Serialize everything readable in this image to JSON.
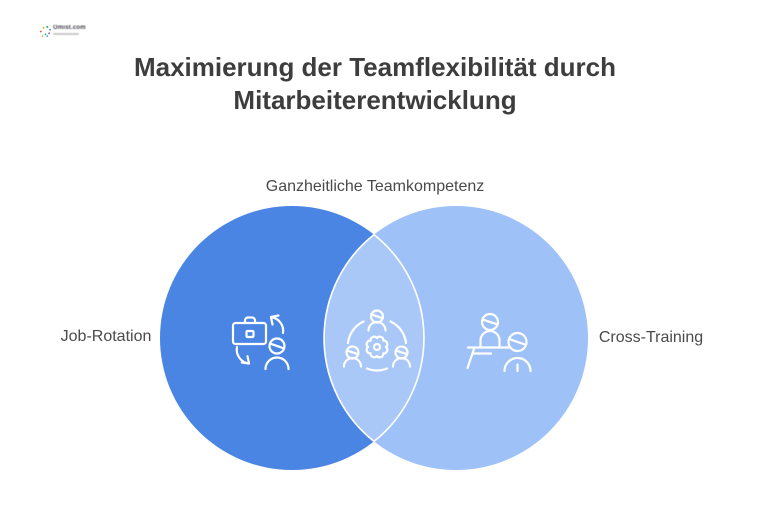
{
  "header": {
    "logo": {
      "text": "Omist.com"
    },
    "title_line1": "Maximierung der Teamflexibilität durch",
    "title_line2": "Mitarbeiterentwicklung"
  },
  "venn": {
    "top_label": "Ganzheitliche Teamkompetenz",
    "left_circle": {
      "label": "Job-Rotation",
      "color": "#4a85e4",
      "icon": "job-rotation-icon"
    },
    "right_circle": {
      "label": "Cross-Training",
      "color": "#9ec1f8",
      "icon": "training-icon"
    },
    "overlap": {
      "icon": "team-collaboration-icon",
      "highlight": "rgba(255,255,255,0.12)",
      "outline": "#ffffff"
    }
  },
  "colors": {
    "background": "#ffffff",
    "title_text": "#3d3d3d",
    "label_text": "#4a4a4a",
    "icon_stroke": "#ffffff"
  }
}
